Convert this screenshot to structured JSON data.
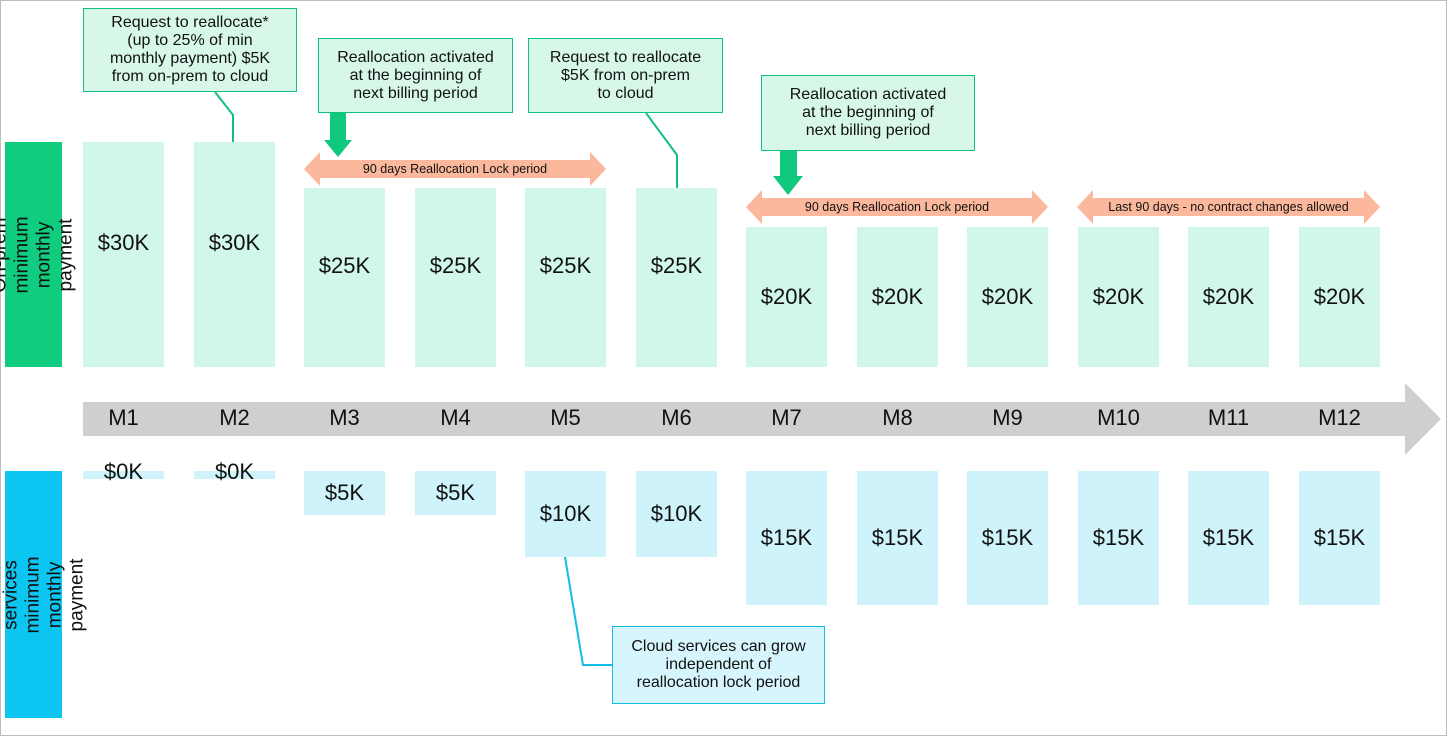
{
  "side_labels": {
    "onprem": "On-prem minimum\nmonthly payment",
    "cloud": "Cloud services minimum\nmonthly payment"
  },
  "months": [
    "M1",
    "M2",
    "M3",
    "M4",
    "M5",
    "M6",
    "M7",
    "M8",
    "M9",
    "M10",
    "M11",
    "M12"
  ],
  "onprem_labels": [
    "$30K",
    "$30K",
    "$25K",
    "$25K",
    "$25K",
    "$25K",
    "$20K",
    "$20K",
    "$20K",
    "$20K",
    "$20K",
    "$20K"
  ],
  "onprem_values_k": [
    30,
    30,
    25,
    25,
    25,
    25,
    20,
    20,
    20,
    20,
    20,
    20
  ],
  "cloud_labels": [
    "$0K",
    "$0K",
    "$5K",
    "$5K",
    "$10K",
    "$10K",
    "$15K",
    "$15K",
    "$15K",
    "$15K",
    "$15K",
    "$15K"
  ],
  "cloud_values_k": [
    0,
    0,
    5,
    5,
    10,
    10,
    15,
    15,
    15,
    15,
    15,
    15
  ],
  "callouts": {
    "request1": "Request to reallocate*\n(up to 25% of min\nmonthly payment) $5K\nfrom on-prem to cloud",
    "activated1": "Reallocation activated\nat the beginning of\nnext billing period",
    "request2": "Request to reallocate\n$5K from on-prem\nto cloud",
    "activated2": "Reallocation activated\nat the beginning of\nnext billing period",
    "cloud_grow": "Cloud services can grow\nindependent of\nreallocation lock period"
  },
  "lock_periods": {
    "lock1": "90 days Reallocation Lock period",
    "lock2": "90 days Reallocation Lock period",
    "last90": "Last 90 days - no contract changes allowed"
  },
  "colors": {
    "onprem_bar": "#d0f7e8",
    "cloud_bar": "#cef3fb",
    "onprem_side": "#0fcc7f",
    "cloud_side": "#0cc5f0",
    "timeline": "#cfcfcf",
    "lock_arrow": "#fbb89d",
    "green_arrow": "#10c87e"
  }
}
